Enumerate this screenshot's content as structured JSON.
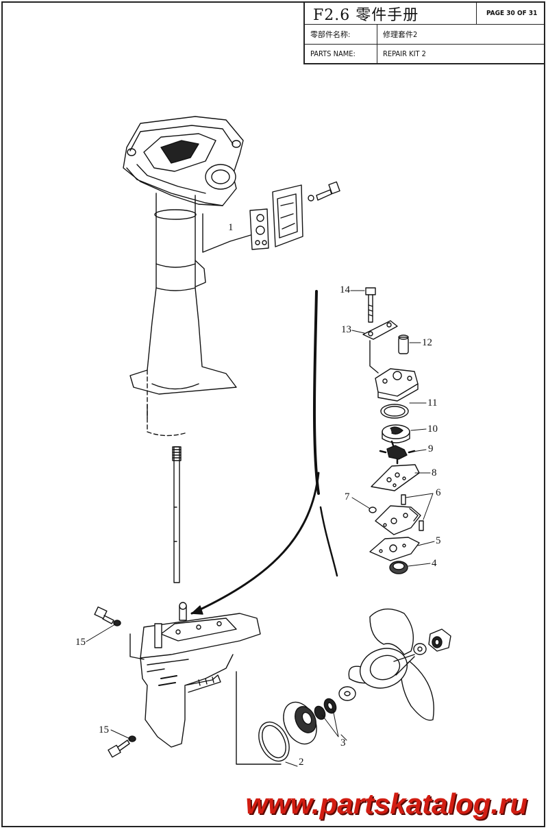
{
  "title_block": {
    "title": "F2.6 零件手册",
    "page": "PAGE 30 OF 31",
    "cn_label": "零部件名称:",
    "cn_value": "修理套件2",
    "en_label": "PARTS NAME:",
    "en_value": "REPAIR KIT 2"
  },
  "callouts": [
    "1",
    "2",
    "3",
    "4",
    "5",
    "6",
    "7",
    "8",
    "9",
    "10",
    "11",
    "12",
    "13",
    "14",
    "15",
    "15"
  ],
  "watermark": "www.partskatalog.ru"
}
